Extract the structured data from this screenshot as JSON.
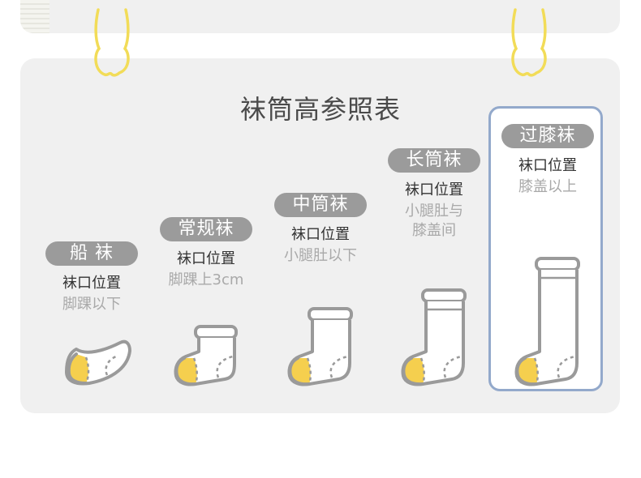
{
  "title": "袜筒高参照表",
  "columns": [
    {
      "type_label": "船 袜",
      "position_label": "袜口位置",
      "height_desc_lines": [
        "脚踝以下"
      ]
    },
    {
      "type_label": "常规袜",
      "position_label": "袜口位置",
      "height_desc_lines": [
        "脚踝上3cm"
      ]
    },
    {
      "type_label": "中筒袜",
      "position_label": "袜口位置",
      "height_desc_lines": [
        "小腿肚以下"
      ]
    },
    {
      "type_label": "长筒袜",
      "position_label": "袜口位置",
      "height_desc_lines": [
        "小腿肚与",
        "膝盖间"
      ]
    },
    {
      "type_label": "过膝袜",
      "position_label": "袜口位置",
      "height_desc_lines": [
        "膝盖以上"
      ]
    }
  ],
  "highlighted_column": 4,
  "colors": {
    "card": "#f0f0f0",
    "pill": "#9b9b9b",
    "sock_outline": "#9a9a9a",
    "toe_fill": "#f5cf4e",
    "highlight_border": "#93a9cb",
    "clip": "#f2dc58"
  }
}
